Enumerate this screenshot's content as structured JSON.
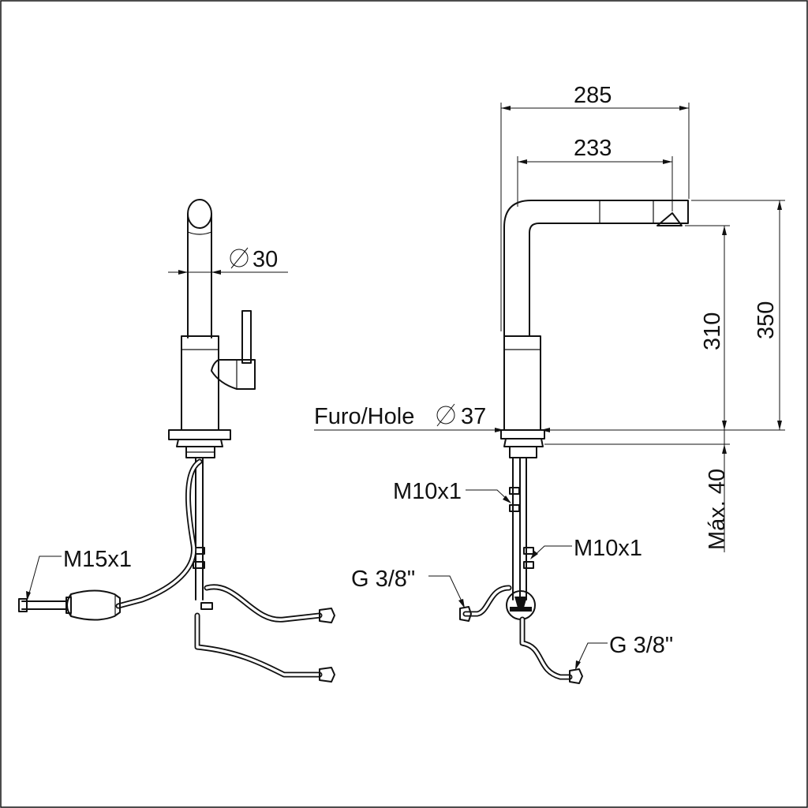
{
  "dimensions": {
    "spout_diameter": "30",
    "overall_reach": "285",
    "spout_reach": "233",
    "overall_height": "350",
    "spout_height": "310",
    "hole_label": "Furo/Hole",
    "hole_diameter": "37",
    "max_deck_thickness": "Máx. 40"
  },
  "connections": {
    "left_outlet_thread": "M15x1",
    "right_upper_thread": "M10x1",
    "right_lower_thread": "M10x1",
    "inlet_thread_left": "G 3/8\"",
    "inlet_thread_right": "G 3/8\""
  },
  "icons": {
    "diameter_symbol": "diameter-icon"
  }
}
